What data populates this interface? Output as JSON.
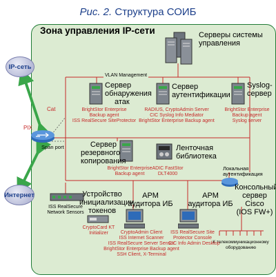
{
  "title": {
    "prefix": "Рис. 2.",
    "text": "Структура СОИБ"
  },
  "zone": {
    "title": "Зона управления IP-сети"
  },
  "external": {
    "ip_net": "IP-сеть",
    "internet": "Интернет",
    "cat": "Cat",
    "pix": "PIX",
    "span_port": "Span port"
  },
  "vlan": "VLAN Management",
  "nodes": {
    "mgmt_servers": {
      "line1": "Серверы системы",
      "line2": "управления"
    },
    "ids": {
      "line1": "Сервер",
      "line2": "обнаружения",
      "line3": "атак",
      "sw1": "BrightStor Enterprise",
      "sw2": "Backup agent",
      "sw3": "ISS RealSecure SiteProtector"
    },
    "auth": {
      "line1": "Сервер",
      "line2": "аутентификации",
      "sw1": "RADIUS, CryptoAdmin Server",
      "sw2": "CIC Syslog Info Mediator",
      "sw3": "BrightStor Enterprise Backup agent"
    },
    "syslog": {
      "line1": "Syslog-",
      "line2": "сервер",
      "sw1": "BrightStor Enterprise",
      "sw2": "Backup agent",
      "sw3": "Syslog server"
    },
    "backup": {
      "line1": "Сервер",
      "line2": "резервного",
      "line3": "копирования",
      "sw1": "BrightStor Enterprise",
      "sw2": "Backup agent"
    },
    "tape": {
      "line1": "Ленточная",
      "line2": "библиотека",
      "sw1": "ADIC FastStor",
      "sw2": "DLT4000"
    },
    "local_auth": {
      "line1": "Локальная",
      "line2": "аутентификация"
    },
    "console": {
      "line1": "Консольный",
      "line2": "сервер",
      "line3": "Cisco",
      "line4": "(IOS FW+)"
    },
    "sensors": {
      "line1": "ISS RealSecure",
      "line2": "Network Sensors"
    },
    "token": {
      "line1": "Устройство",
      "line2": "инициализации",
      "line3": "токенов",
      "sw1": "CryptoCard KT",
      "sw2": "Initializer"
    },
    "arm1": {
      "line1": "АРМ",
      "line2": "аудитора ИБ",
      "sw1": "CryptoAdmin Client",
      "sw2": "ISS Internet Scanner",
      "sw3": "ISS RealSecure Server Sensor",
      "sw4": "BrightStor Enterprise Backup agent",
      "sw5": "SSH Client, X-Terminal"
    },
    "arm2": {
      "line1": "АРМ",
      "line2": "аудитора ИБ",
      "sw1": "ISS RealSecure Site",
      "sw2": "Protector Console",
      "sw3": "CIC Info Admin Desktop"
    },
    "telecom": {
      "line1": "К телекоммуникационному",
      "line2": "оборудованию"
    }
  },
  "colors": {
    "zone_fill": "#dcebd2",
    "zone_border": "#1e7a34",
    "software_text": "#c62828",
    "link": "#c62828",
    "arrow": "#3aa64a"
  }
}
